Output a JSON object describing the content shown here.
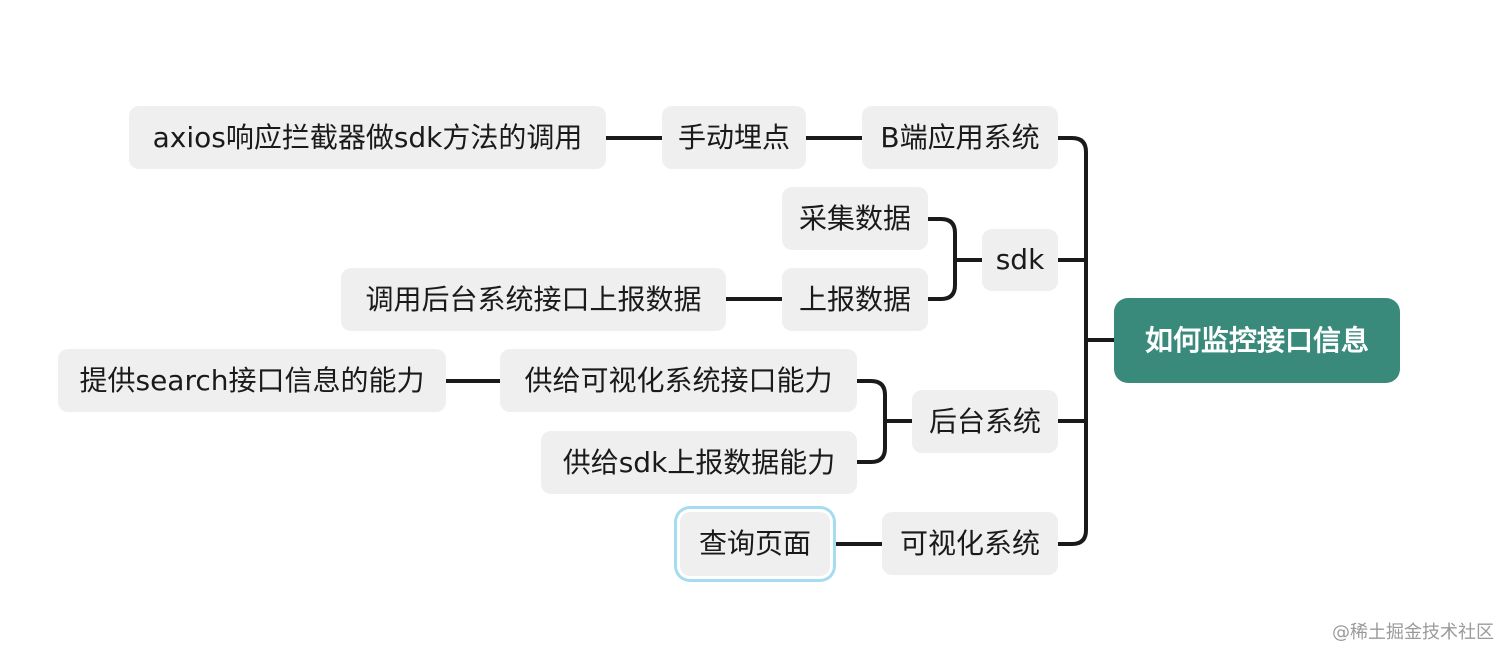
{
  "mindmap": {
    "root": {
      "label": "如何监控接口信息"
    },
    "branches": [
      {
        "label": "B端应用系统",
        "children": [
          {
            "label": "手动埋点",
            "children": [
              {
                "label": "axios响应拦截器做sdk方法的调用"
              }
            ]
          }
        ]
      },
      {
        "label": "sdk",
        "children": [
          {
            "label": "采集数据"
          },
          {
            "label": "上报数据",
            "children": [
              {
                "label": "调用后台系统接口上报数据"
              }
            ]
          }
        ]
      },
      {
        "label": "后台系统",
        "children": [
          {
            "label": "供给可视化系统接口能力",
            "children": [
              {
                "label": "提供search接口信息的能力"
              }
            ]
          },
          {
            "label": "供给sdk上报数据能力"
          }
        ]
      },
      {
        "label": "可视化系统",
        "children": [
          {
            "label": "查询页面"
          }
        ]
      }
    ]
  },
  "colors": {
    "root_fill": "#3a8a7c",
    "node_fill": "#efefef",
    "connector": "#1a1a1a",
    "selection_outline": "#a6dcf0"
  },
  "selected_node": "查询页面",
  "watermark": "@稀土掘金技术社区"
}
